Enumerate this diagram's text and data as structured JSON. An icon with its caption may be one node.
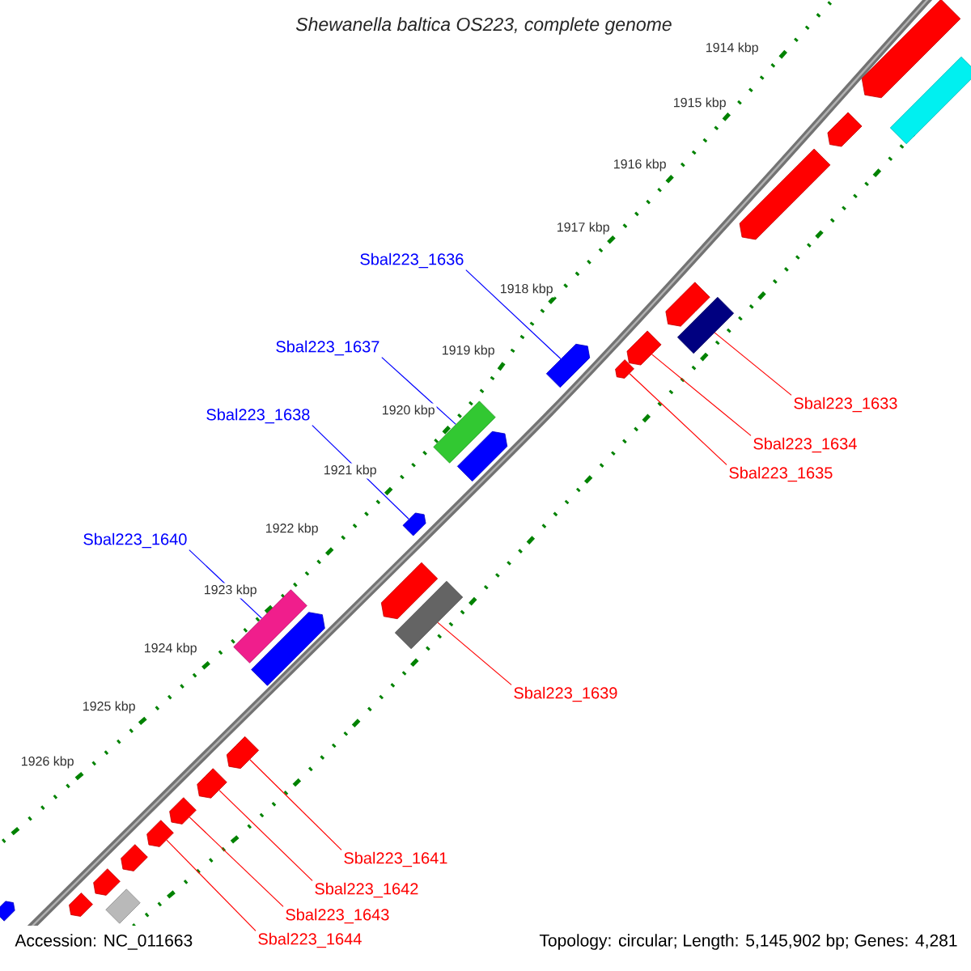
{
  "diagram": {
    "title": "Shewanella baltica OS223, complete genome",
    "nodes": [
      {
        "text": [
          "Sbal223_1636"
        ]
      },
      {
        "text": [],
        "shape": "pentagon"
      },
      {
        "text": [
          "Sbal223_1637"
        ]
      },
      {
        "text": [],
        "shape": "bar"
      },
      {
        "text": [
          "Sbal223_1638"
        ]
      },
      {
        "text": [],
        "shape": "pentagon"
      },
      {
        "text": [
          "Sbal223_1633"
        ]
      },
      {
        "text": [],
        "shape": "bar"
      },
      {
        "text": [
          "Sbal223_1634"
        ]
      },
      {
        "text": [],
        "shape": "pentagon"
      },
      {
        "text": [
          "Sbal223_1635"
        ]
      },
      {
        "text": [],
        "shape": "pentagon"
      },
      {
        "text": [
          "Sbal223_1640"
        ]
      },
      {
        "text": [],
        "shape": "bar"
      },
      {
        "text": [
          "Sbal223_1639"
        ]
      },
      {
        "text": [],
        "shape": "bar"
      },
      {
        "text": [
          "Sbal223_1641"
        ]
      },
      {
        "text": [],
        "shape": "pentagon"
      },
      {
        "text": [
          "Sbal223_1642"
        ]
      },
      {
        "text": [],
        "shape": "pentagon"
      },
      {
        "text": [
          "Sbal223_1643"
        ]
      },
      {
        "text": [],
        "shape": "pentagon"
      },
      {
        "text": [
          "Sbal223_1644"
        ]
      },
      {
        "text": [],
        "shape": "pentagon"
      },
      {
        "text": [],
        "shape": "pentagon"
      },
      {
        "text": [],
        "shape": "bar"
      },
      {
        "text": [],
        "shape": "pentagon"
      },
      {
        "text": [],
        "shape": "pentagon"
      },
      {
        "text": [],
        "shape": "pentagon"
      },
      {
        "text": [],
        "shape": "pentagon"
      },
      {
        "text": [],
        "shape": "pentagon"
      },
      {
        "text": [],
        "shape": "pentagon"
      },
      {
        "text": [],
        "shape": "pentagon"
      },
      {
        "text": [],
        "shape": "pentagon"
      },
      {
        "text": [],
        "shape": "bar"
      },
      {
        "text": [],
        "shape": "pentagon"
      },
      {
        "text": [],
        "shape": "pentagon"
      }
    ],
    "edges": [
      {
        "from": 0,
        "to": 1,
        "arrow": "none",
        "color": "#0000ff"
      },
      {
        "from": 2,
        "to": 3,
        "arrow": "none",
        "color": "#0000ff"
      },
      {
        "from": 4,
        "to": 5,
        "arrow": "none",
        "color": "#0000ff"
      },
      {
        "from": 6,
        "to": 7,
        "arrow": "none"
      },
      {
        "from": 8,
        "to": 9,
        "arrow": "none"
      },
      {
        "from": 10,
        "to": 11,
        "arrow": "none"
      },
      {
        "from": 12,
        "to": 13,
        "arrow": "none",
        "color": "#0000ff"
      },
      {
        "from": 14,
        "to": 15,
        "arrow": "none"
      },
      {
        "from": 16,
        "to": 17,
        "arrow": "none"
      },
      {
        "from": 18,
        "to": 19,
        "arrow": "none"
      },
      {
        "from": 20,
        "to": 21,
        "arrow": "none"
      },
      {
        "from": 22,
        "to": 23,
        "arrow": "none"
      }
    ],
    "labels": [
      "1914 kbp",
      "1915 kbp",
      "1916 kbp",
      "1917 kbp",
      "1918 kbp",
      "1919 kbp",
      "1920 kbp",
      "1921 kbp",
      "1922 kbp",
      "1923 kbp",
      "1924 kbp",
      "1925 kbp",
      "1926 kbp",
      "Accession: NC_011663",
      "Topology: circular; Length: 5,145,902 bp; Genes: 4,281"
    ]
  }
}
